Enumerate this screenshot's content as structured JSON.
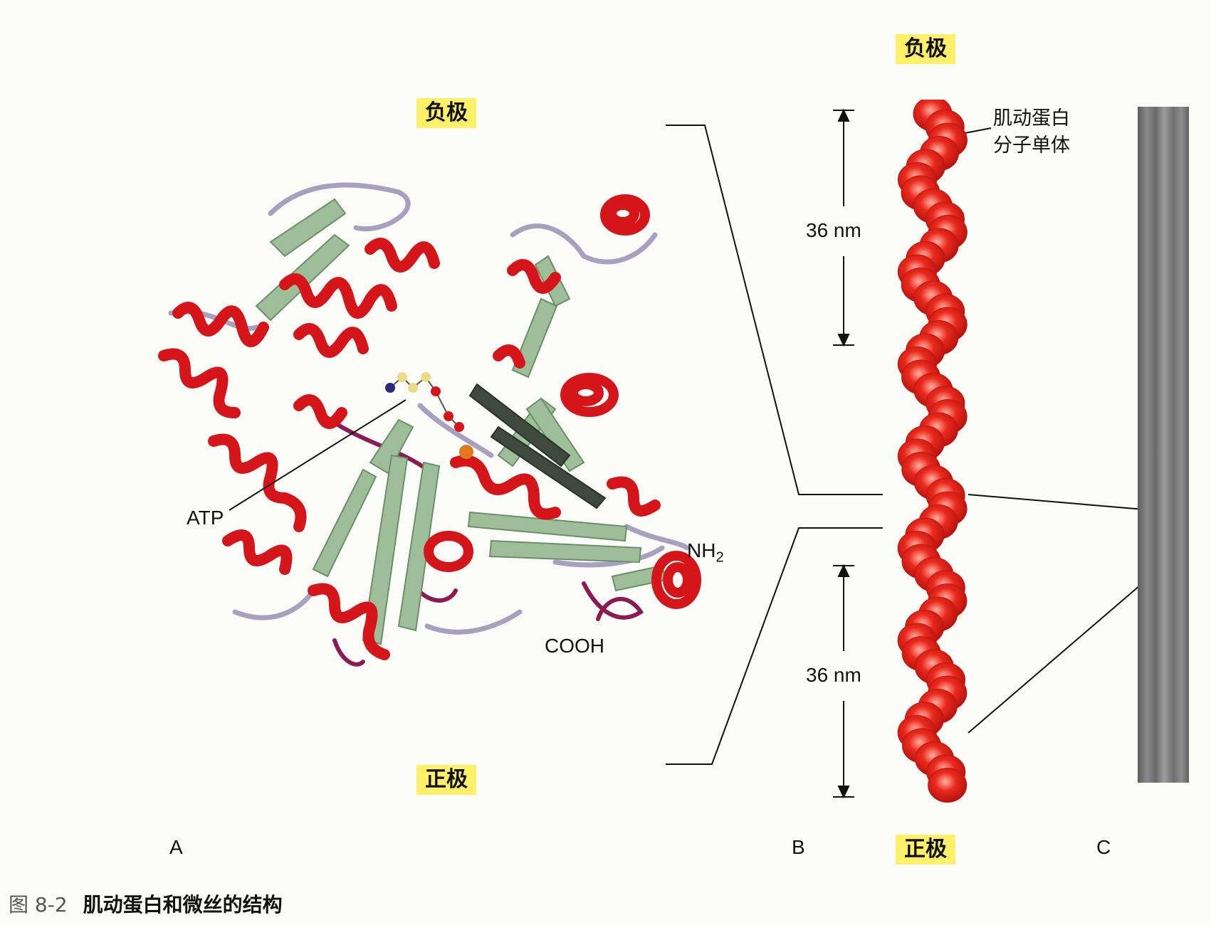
{
  "labels": {
    "minus_end_a": "负极",
    "plus_end_a": "正极",
    "minus_end_b": "负极",
    "plus_end_b": "正极",
    "atp": "ATP",
    "nh2": "NH",
    "nh2_sub": "2",
    "cooh": "COOH",
    "monomer_line1": "肌动蛋白",
    "monomer_line2": "分子单体",
    "dist_upper": "36 nm",
    "dist_lower": "36 nm"
  },
  "panels": {
    "a": "A",
    "b": "B",
    "c": "C"
  },
  "caption": {
    "number": "图 8-2",
    "text": "肌动蛋白和微丝的结构"
  },
  "colors": {
    "helix": "#d4161a",
    "sheet": "#9dbf97",
    "loop": "#a9a0c0",
    "loop_dark": "#8a1b55",
    "monomer": "#ea2a1e",
    "highlight": "#fff06a"
  },
  "icons": [
    "actin-ribbon-structure",
    "actin-filament-helix",
    "electron-micrograph"
  ]
}
